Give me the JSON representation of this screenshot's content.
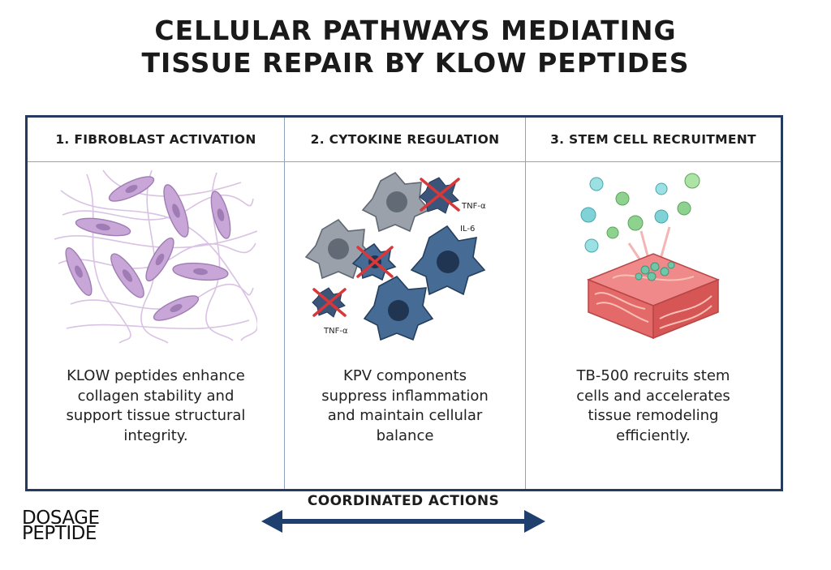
{
  "title_line1": "CELLULAR PATHWAYS MEDIATING",
  "title_line2": "TISSUE REPAIR BY KLOW PEPTIDES",
  "columns": [
    {
      "header": "1. FIBROBLAST ACTIVATION",
      "desc_lines": [
        "KLOW peptides enhance",
        "collagen stability and",
        "support tissue structural",
        "integrity."
      ]
    },
    {
      "header": "2. CYTOKINE REGULATION",
      "desc_lines": [
        "KPV components",
        "suppress inflammation",
        "and maintain cellular",
        "balance"
      ],
      "labels": {
        "tnf_top": "TNF-α",
        "il6": "IL-6",
        "tnf_bottom": "TNF-α"
      }
    },
    {
      "header": "3. STEM CELL RECRUITMENT",
      "desc_lines": [
        "TB-500 recruits stem",
        "cells and accelerates",
        "tissue remodeling",
        "efficiently."
      ]
    }
  ],
  "arrow_label": "COORDINATED ACTIONS",
  "logo": {
    "line1": "DOSAGE",
    "line2": "PEPTIDE"
  },
  "colors": {
    "frame": "#233b5f",
    "arrow": "#1f3f6e",
    "fibroblast": "#c9a6d8",
    "macrophage_gray": "#9aa1ab",
    "macrophage_blue": "#466b94",
    "cross": "#d8383a",
    "stem_teal": "#7fd3d6",
    "stem_green": "#8fd18f",
    "tissue": "#e46a6a"
  }
}
